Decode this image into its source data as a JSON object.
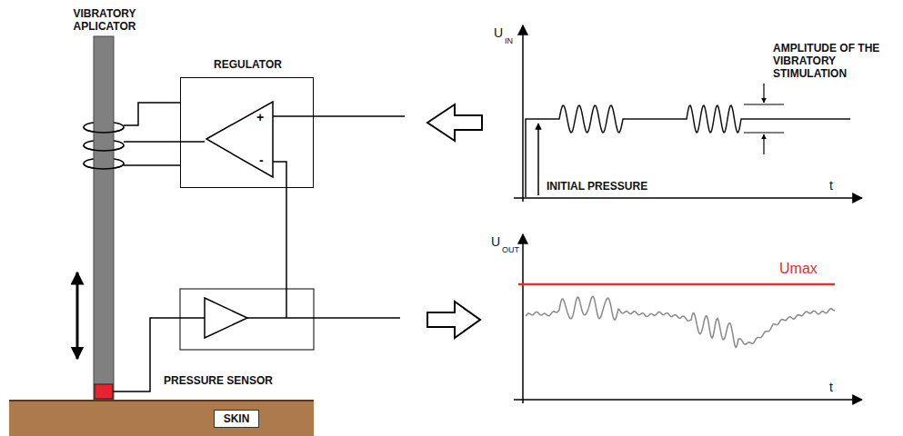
{
  "diagram": {
    "nodes": [
      {
        "text": [
          "REGULATOR"
        ]
      },
      {
        "text": [
          "+",
          "-"
        ],
        "in": 0
      },
      {
        "text": [
          "SKIN"
        ]
      }
    ],
    "labels": [
      "VIBRATORY APLICATOR",
      "PRESSURE SENSOR",
      "U",
      "IN",
      "t",
      "AMPLITUDE OF THE VIBRATORY STIMULATION",
      "INITIAL PRESSURE",
      "U",
      "OUT",
      "Umax",
      "t"
    ]
  }
}
